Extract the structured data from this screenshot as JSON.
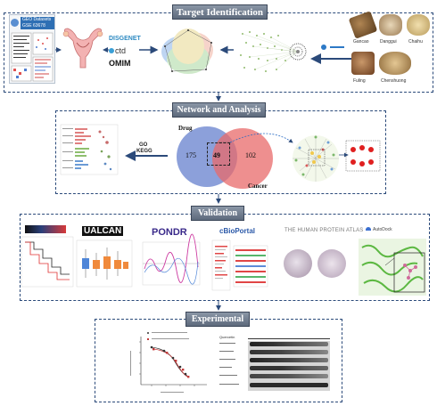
{
  "sections": {
    "target": "Target Identification",
    "network": "Network and Analysis",
    "validation": "Validation",
    "experimental": "Experimental"
  },
  "target_panel": {
    "geo_label": "GEO Datasets",
    "geo_id": "GSE 63678",
    "databases": [
      "DISGENET",
      "ctd",
      "OMIM"
    ],
    "herbs": [
      "Gancao",
      "Danggui",
      "Chaihu",
      "Fuling",
      "Chenshuong"
    ]
  },
  "network_panel": {
    "go_label": "GO",
    "kegg_label": "KEGG",
    "venn": {
      "left_label": "Drug",
      "right_label": "Cancer",
      "left_only": "175",
      "overlap": "49",
      "right_only": "102"
    }
  },
  "validation_panel": {
    "tools": [
      "UALCAN",
      "PONDR",
      "cBioPortal",
      "THE HUMAN PROTEIN ATLAS",
      "AutoDock"
    ]
  },
  "experimental_panel": {
    "concentration_col": "Quercetin"
  },
  "colors": {
    "venn_left": "#7f96d6",
    "venn_right": "#e86a6a",
    "banner": "#6b7789",
    "border": "#2b4a7a"
  }
}
